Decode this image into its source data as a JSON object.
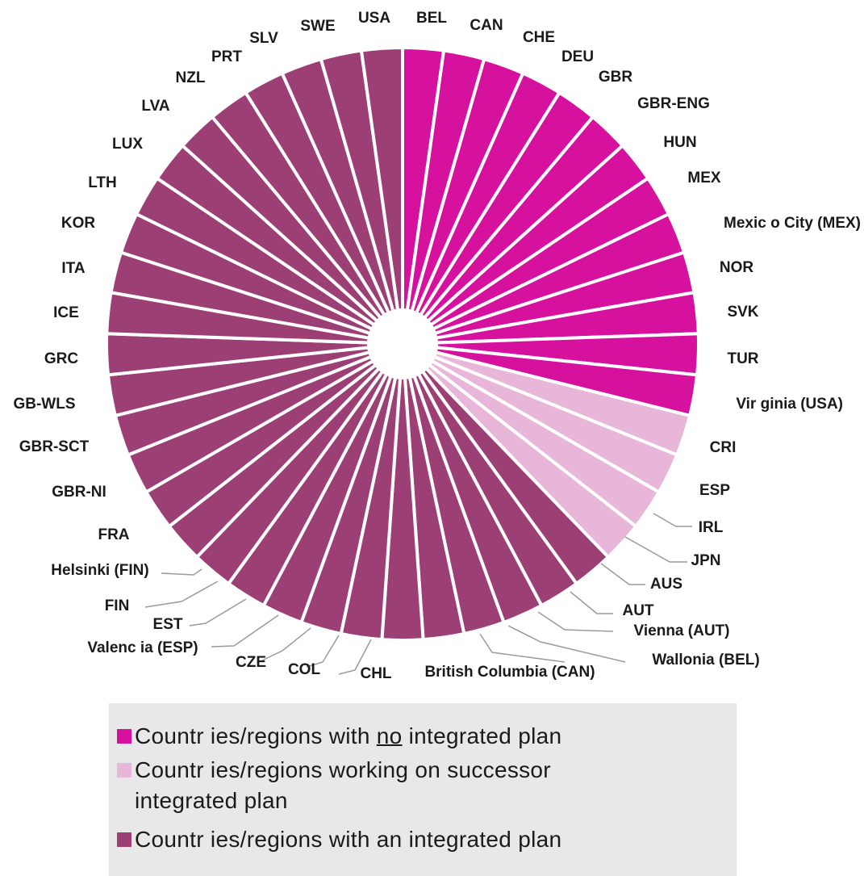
{
  "chart_data": {
    "type": "pie",
    "title": "",
    "colors": {
      "no_plan": "#d6119e",
      "working": "#e8b6d8",
      "integrated": "#9c3f75"
    },
    "slices": [
      {
        "label": "BEL",
        "value": 1,
        "group": "no_plan"
      },
      {
        "label": "CAN",
        "value": 1,
        "group": "no_plan"
      },
      {
        "label": "CHE",
        "value": 1,
        "group": "no_plan"
      },
      {
        "label": "DEU",
        "value": 1,
        "group": "no_plan"
      },
      {
        "label": "GBR",
        "value": 1,
        "group": "no_plan"
      },
      {
        "label": "GBR-ENG",
        "value": 1,
        "group": "no_plan"
      },
      {
        "label": "HUN",
        "value": 1,
        "group": "no_plan"
      },
      {
        "label": "MEX",
        "value": 1,
        "group": "no_plan"
      },
      {
        "label": "Mexic o City (MEX)",
        "value": 1,
        "group": "no_plan"
      },
      {
        "label": "NOR",
        "value": 1,
        "group": "no_plan"
      },
      {
        "label": "SVK",
        "value": 1,
        "group": "no_plan"
      },
      {
        "label": "TUR",
        "value": 1,
        "group": "no_plan"
      },
      {
        "label": "Vir ginia (USA)",
        "value": 1,
        "group": "no_plan"
      },
      {
        "label": "CRI",
        "value": 1,
        "group": "working"
      },
      {
        "label": "ESP",
        "value": 1,
        "group": "working"
      },
      {
        "label": "IRL",
        "value": 1,
        "group": "working"
      },
      {
        "label": "JPN",
        "value": 1,
        "group": "working"
      },
      {
        "label": "AUS",
        "value": 1,
        "group": "integrated"
      },
      {
        "label": "AUT",
        "value": 1,
        "group": "integrated"
      },
      {
        "label": "Vienna (AUT)",
        "value": 1,
        "group": "integrated"
      },
      {
        "label": "Wallonia (BEL)",
        "value": 1,
        "group": "integrated"
      },
      {
        "label": "British Columbia (CAN)",
        "value": 1,
        "group": "integrated"
      },
      {
        "label": "CHL",
        "value": 1,
        "group": "integrated"
      },
      {
        "label": "COL",
        "value": 1,
        "group": "integrated"
      },
      {
        "label": "CZE",
        "value": 1,
        "group": "integrated"
      },
      {
        "label": "Valenc ia (ESP)",
        "value": 1,
        "group": "integrated"
      },
      {
        "label": "EST",
        "value": 1,
        "group": "integrated"
      },
      {
        "label": "FIN",
        "value": 1,
        "group": "integrated"
      },
      {
        "label": "Helsinki (FIN)",
        "value": 1,
        "group": "integrated"
      },
      {
        "label": "FRA",
        "value": 1,
        "group": "integrated"
      },
      {
        "label": "GBR-NI",
        "value": 1,
        "group": "integrated"
      },
      {
        "label": "GBR-SCT",
        "value": 1,
        "group": "integrated"
      },
      {
        "label": "GB-WLS",
        "value": 1,
        "group": "integrated"
      },
      {
        "label": "GRC",
        "value": 1,
        "group": "integrated"
      },
      {
        "label": "ICE",
        "value": 1,
        "group": "integrated"
      },
      {
        "label": "ITA",
        "value": 1,
        "group": "integrated"
      },
      {
        "label": "KOR",
        "value": 1,
        "group": "integrated"
      },
      {
        "label": "LTH",
        "value": 1,
        "group": "integrated"
      },
      {
        "label": "LUX",
        "value": 1,
        "group": "integrated"
      },
      {
        "label": "LVA",
        "value": 1,
        "group": "integrated"
      },
      {
        "label": "NZL",
        "value": 1,
        "group": "integrated"
      },
      {
        "label": "PRT",
        "value": 1,
        "group": "integrated"
      },
      {
        "label": "SLV",
        "value": 1,
        "group": "integrated"
      },
      {
        "label": "SWE",
        "value": 1,
        "group": "integrated"
      },
      {
        "label": "USA",
        "value": 1,
        "group": "integrated"
      }
    ],
    "legend_placement": "bottom",
    "legend": [
      {
        "group": "no_plan",
        "pre": "Countr ies/regions with ",
        "emph": "no",
        "post": " integrated plan"
      },
      {
        "group": "working",
        "pre": "Countr ies/regions working on successor integrated plan",
        "emph": "",
        "post": ""
      },
      {
        "group": "integrated",
        "pre": "Countr ies/regions with an integrated plan",
        "emph": "",
        "post": ""
      }
    ]
  }
}
